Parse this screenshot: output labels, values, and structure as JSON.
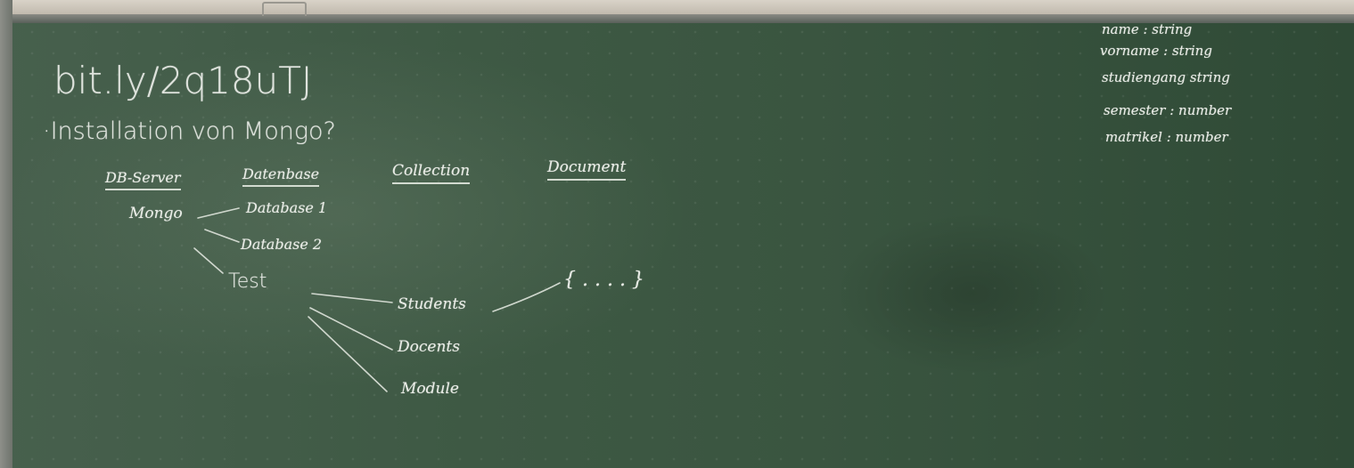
{
  "board": {
    "link": "bit.ly/2q18uTJ",
    "question": "·Installation von Mongo?",
    "headers": [
      "DB-Server",
      "Datenbase",
      "Collection",
      "Document"
    ],
    "server": "Mongo",
    "databases": [
      "Database 1",
      "Database 2",
      "Test"
    ],
    "collections": [
      "Students",
      "Docents",
      "Module"
    ],
    "document": "{ . . . . }",
    "schema": [
      "name : string",
      "vorname : string",
      "studiengang string",
      "semester : number",
      "matrikel : number"
    ]
  },
  "colors": {
    "board": "#3e5944",
    "chalk": "#e9ece6"
  }
}
